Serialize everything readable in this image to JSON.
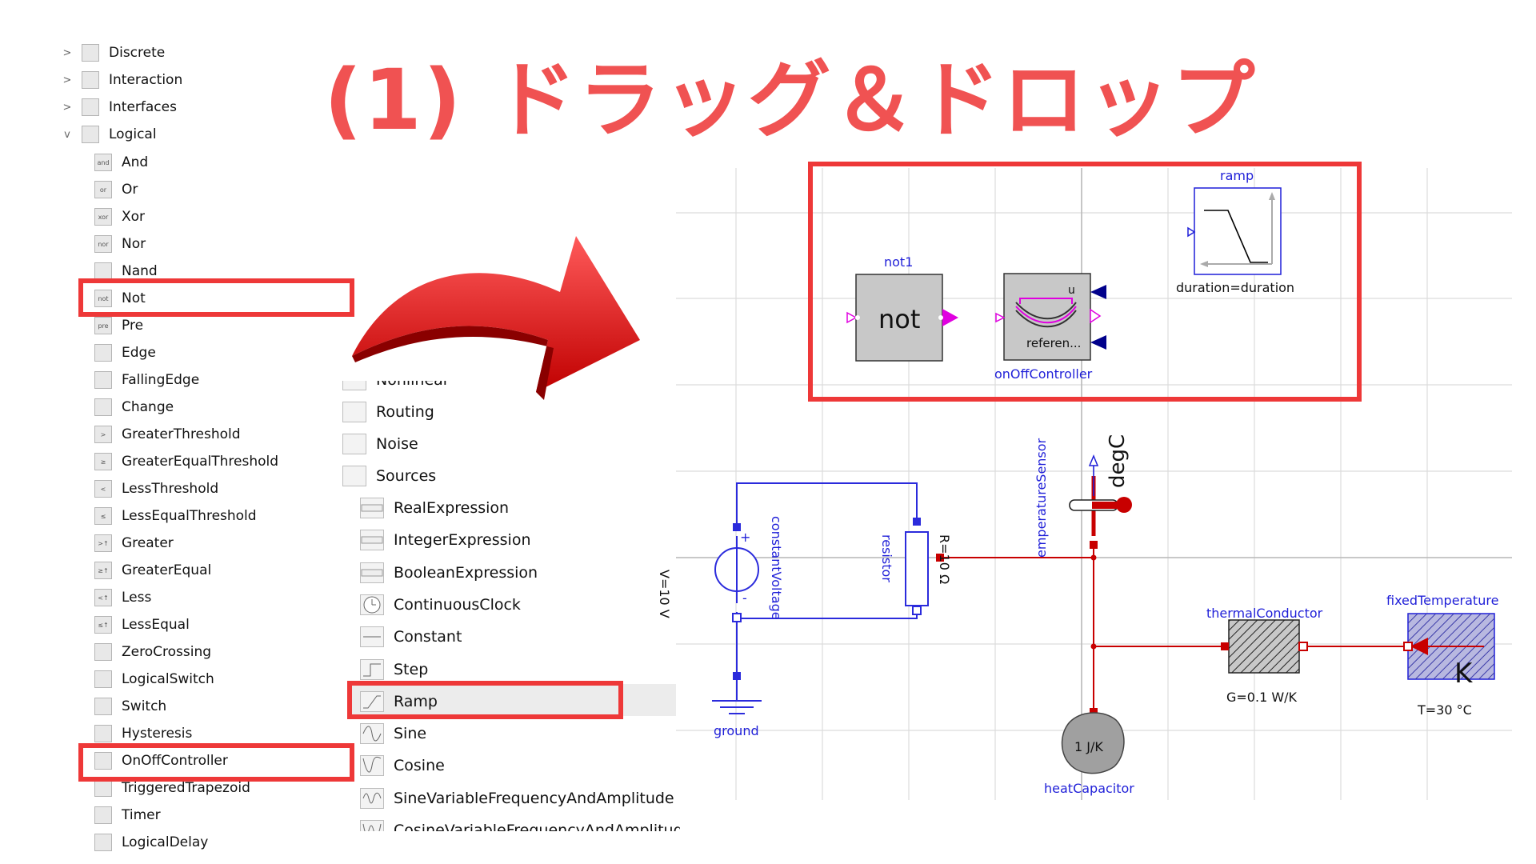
{
  "title": "(1) ドラッグ＆ドロップ",
  "left_tree": {
    "groups": [
      {
        "label": "Discrete",
        "icon": "discrete-icon",
        "chevron": ">"
      },
      {
        "label": "Interaction",
        "icon": "interaction-icon",
        "chevron": ">"
      },
      {
        "label": "Interfaces",
        "icon": "interfaces-icon",
        "chevron": ">"
      },
      {
        "label": "Logical",
        "icon": "logical-icon",
        "chevron": "v"
      }
    ],
    "items": [
      {
        "label": "And",
        "icon_text": "and"
      },
      {
        "label": "Or",
        "icon_text": "or"
      },
      {
        "label": "Xor",
        "icon_text": "xor"
      },
      {
        "label": "Nor",
        "icon_text": "nor"
      },
      {
        "label": "Nand",
        "icon_text": ""
      },
      {
        "label": "Not",
        "icon_text": "not"
      },
      {
        "label": "Pre",
        "icon_text": "pre"
      },
      {
        "label": "Edge",
        "icon_text": ""
      },
      {
        "label": "FallingEdge",
        "icon_text": ""
      },
      {
        "label": "Change",
        "icon_text": ""
      },
      {
        "label": "GreaterThreshold",
        "icon_text": ">"
      },
      {
        "label": "GreaterEqualThreshold",
        "icon_text": "≥"
      },
      {
        "label": "LessThreshold",
        "icon_text": "<"
      },
      {
        "label": "LessEqualThreshold",
        "icon_text": "≤"
      },
      {
        "label": "Greater",
        "icon_text": ">↑"
      },
      {
        "label": "GreaterEqual",
        "icon_text": "≥↑"
      },
      {
        "label": "Less",
        "icon_text": "<↑"
      },
      {
        "label": "LessEqual",
        "icon_text": "≤↑"
      },
      {
        "label": "ZeroCrossing",
        "icon_text": ""
      },
      {
        "label": "LogicalSwitch",
        "icon_text": ""
      },
      {
        "label": "Switch",
        "icon_text": ""
      },
      {
        "label": "Hysteresis",
        "icon_text": ""
      },
      {
        "label": "OnOffController",
        "icon_text": ""
      },
      {
        "label": "TriggeredTrapezoid",
        "icon_text": ""
      },
      {
        "label": "Timer",
        "icon_text": ""
      },
      {
        "label": "LogicalDelay",
        "icon_text": ""
      }
    ]
  },
  "middle_tree": {
    "groups": [
      {
        "label": "Nonlinear"
      },
      {
        "label": "Routing"
      },
      {
        "label": "Noise"
      },
      {
        "label": "Sources"
      }
    ],
    "items": [
      {
        "label": "RealExpression"
      },
      {
        "label": "IntegerExpression"
      },
      {
        "label": "BooleanExpression"
      },
      {
        "label": "ContinuousClock"
      },
      {
        "label": "Constant"
      },
      {
        "label": "Step"
      },
      {
        "label": "Ramp"
      },
      {
        "label": "Sine"
      },
      {
        "label": "Cosine"
      },
      {
        "label": "SineVariableFrequencyAndAmplitude"
      },
      {
        "label": "CosineVariableFrequencyAndAmplitude"
      }
    ]
  },
  "diagram": {
    "not_block": {
      "name": "not1",
      "text": "not"
    },
    "onoff_block": {
      "name": "onOffController",
      "u_label": "u",
      "ref_label": "referen..."
    },
    "ramp_block": {
      "name": "ramp",
      "param": "duration=duration"
    },
    "voltage": {
      "name": "constantVoltage",
      "param": "V=10 V",
      "plus": "+",
      "minus": "-"
    },
    "resistor": {
      "name": "resistor",
      "param": "R=10 Ω"
    },
    "ground": {
      "name": "ground"
    },
    "temp_sensor": {
      "name": "emperatureSensor",
      "unit": "degC"
    },
    "conductor": {
      "name": "thermalConductor",
      "param": "G=0.1 W/K"
    },
    "fixed_temp": {
      "name": "fixedTemperature",
      "param": "T=30 °C",
      "unit": "K"
    },
    "capacitor": {
      "name": "heatCapacitor",
      "param": "1 J/K"
    }
  },
  "colors": {
    "highlight": "#ee3838",
    "title": "#f05252",
    "blue_label": "#1f1fd8",
    "wire_red": "#c80000",
    "wire_blue": "#2b2bdc"
  }
}
